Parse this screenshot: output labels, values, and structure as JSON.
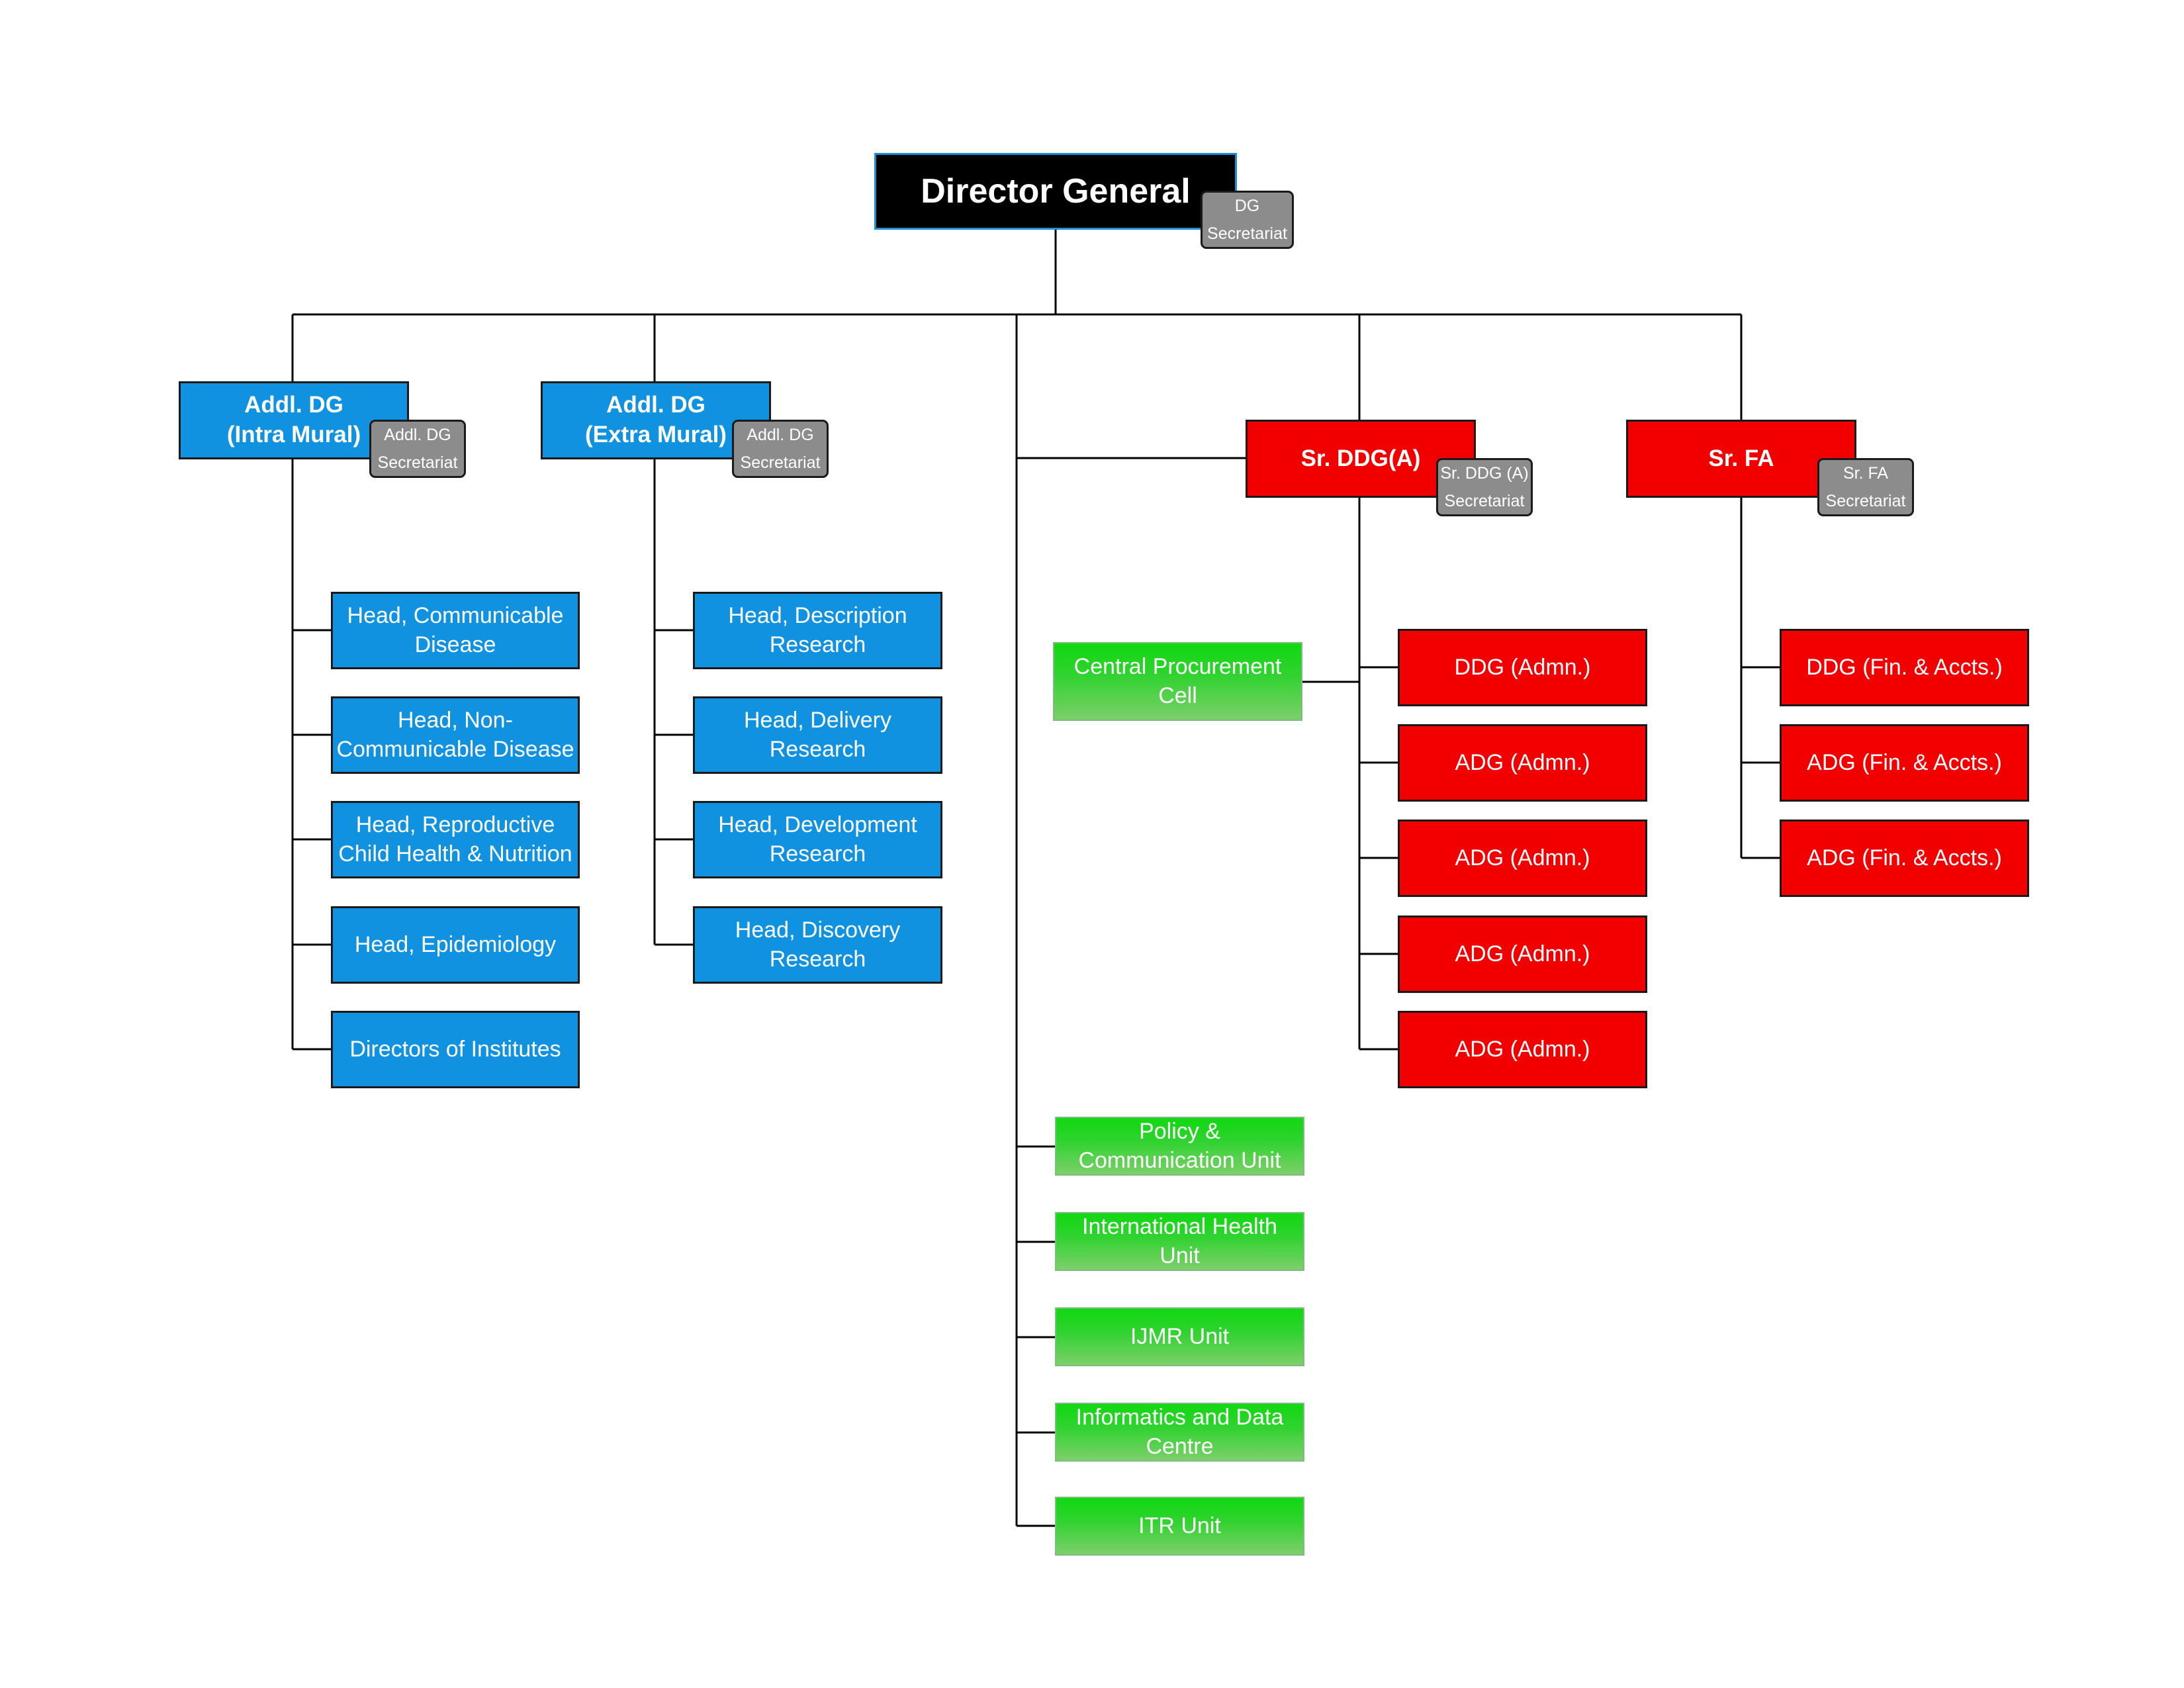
{
  "dg": {
    "title": "Director General",
    "secretariat": "DG\nSecretariat"
  },
  "addl_dg_intra": {
    "title": "Addl. DG\n(Intra Mural)",
    "secretariat": "Addl. DG\nSecretariat",
    "units": [
      "Head, Communicable\nDisease",
      "Head, Non-\nCommunicable Disease",
      "Head, Reproductive\nChild Health & Nutrition",
      "Head, Epidemiology",
      "Directors of Institutes"
    ]
  },
  "addl_dg_extra": {
    "title": "Addl. DG\n(Extra Mural)",
    "secretariat": "Addl. DG\nSecretariat",
    "units": [
      "Head, Description\nResearch",
      "Head, Delivery\nResearch",
      "Head, Development\nResearch",
      "Head, Discovery\nResearch"
    ]
  },
  "central_units": {
    "procurement": "Central Procurement\nCell",
    "units": [
      "Policy &\nCommunication Unit",
      "International Health\nUnit",
      "IJMR Unit",
      "Informatics and Data\nCentre",
      "ITR Unit"
    ]
  },
  "sr_ddg": {
    "title": "Sr. DDG(A)",
    "secretariat": "Sr. DDG (A)\nSecretariat",
    "units": [
      "DDG (Admn.)",
      "ADG (Admn.)",
      "ADG (Admn.)",
      "ADG (Admn.)",
      "ADG (Admn.)"
    ]
  },
  "sr_fa": {
    "title": "Sr. FA",
    "secretariat": "Sr. FA\nSecretariat",
    "units": [
      "DDG (Fin. & Accts.)",
      "ADG (Fin. & Accts.)",
      "ADG (Fin. & Accts.)"
    ]
  },
  "colors": {
    "blue": "#1192e0",
    "red": "#f20000",
    "green": "#2ed32e",
    "black": "#000000",
    "gray": "#8c8c8c"
  }
}
